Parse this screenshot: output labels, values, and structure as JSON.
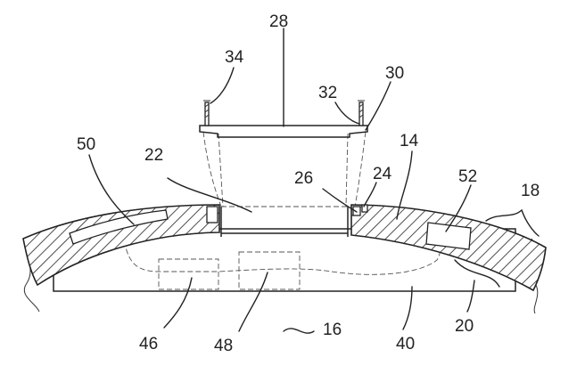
{
  "labels": {
    "r14": "14",
    "r16": "16",
    "r18": "18",
    "r20": "20",
    "r22": "22",
    "r24": "24",
    "r26": "26",
    "r28": "28",
    "r30": "30",
    "r32": "32",
    "r34": "34",
    "r40": "40",
    "r46": "46",
    "r48": "48",
    "r50": "50",
    "r52": "52"
  },
  "colors": {
    "line": "#222222",
    "background": "#ffffff"
  }
}
